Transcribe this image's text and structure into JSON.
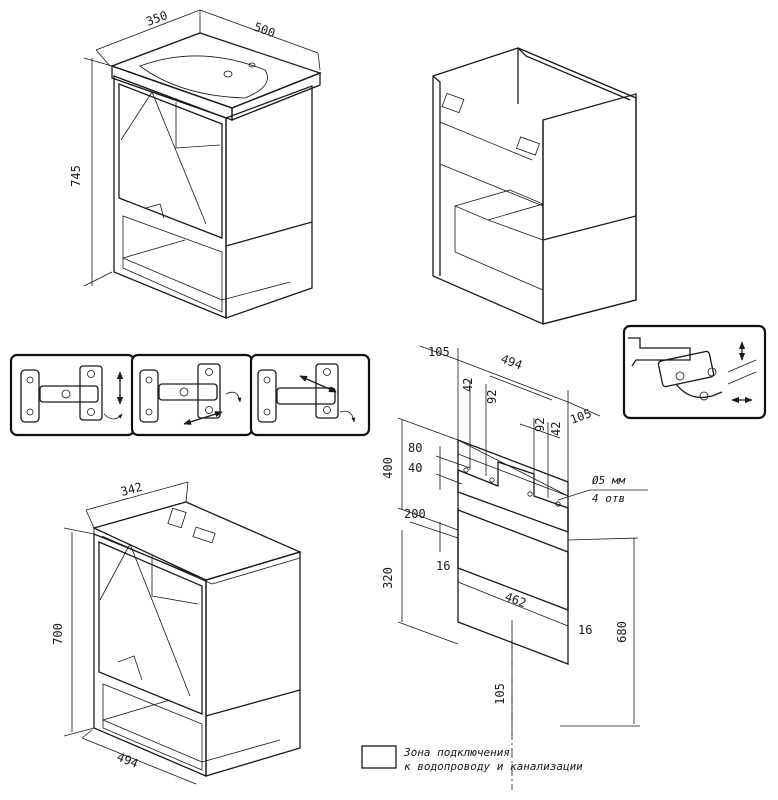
{
  "top_cabinet": {
    "dim_depth": "350",
    "dim_width": "500",
    "dim_height": "745"
  },
  "bottom_cabinet": {
    "dim_depth": "342",
    "dim_height": "700",
    "dim_width": "494"
  },
  "install_plan": {
    "dim_105_left": "105",
    "dim_494": "494",
    "dim_42_a": "42",
    "dim_92_a": "92",
    "dim_92_b": "92",
    "dim_42_b": "42",
    "dim_105_right": "105",
    "dim_400": "400",
    "dim_80": "80",
    "dim_40": "40",
    "hole_note_line1": "Ø5 мм",
    "hole_note_line2": "4 отв",
    "dim_200": "200",
    "dim_320": "320",
    "dim_16_left": "16",
    "dim_462": "462",
    "dim_16_right": "16",
    "dim_680": "680",
    "dim_105_bottom": "105"
  },
  "legend": {
    "line1": "Зона подключения",
    "line2": "к водопроводу и канализации"
  },
  "icons": [
    "hinge-adjust-vertical-icon",
    "hinge-adjust-horizontal-icon",
    "hinge-adjust-depth-icon",
    "hanging-bracket-icon"
  ]
}
